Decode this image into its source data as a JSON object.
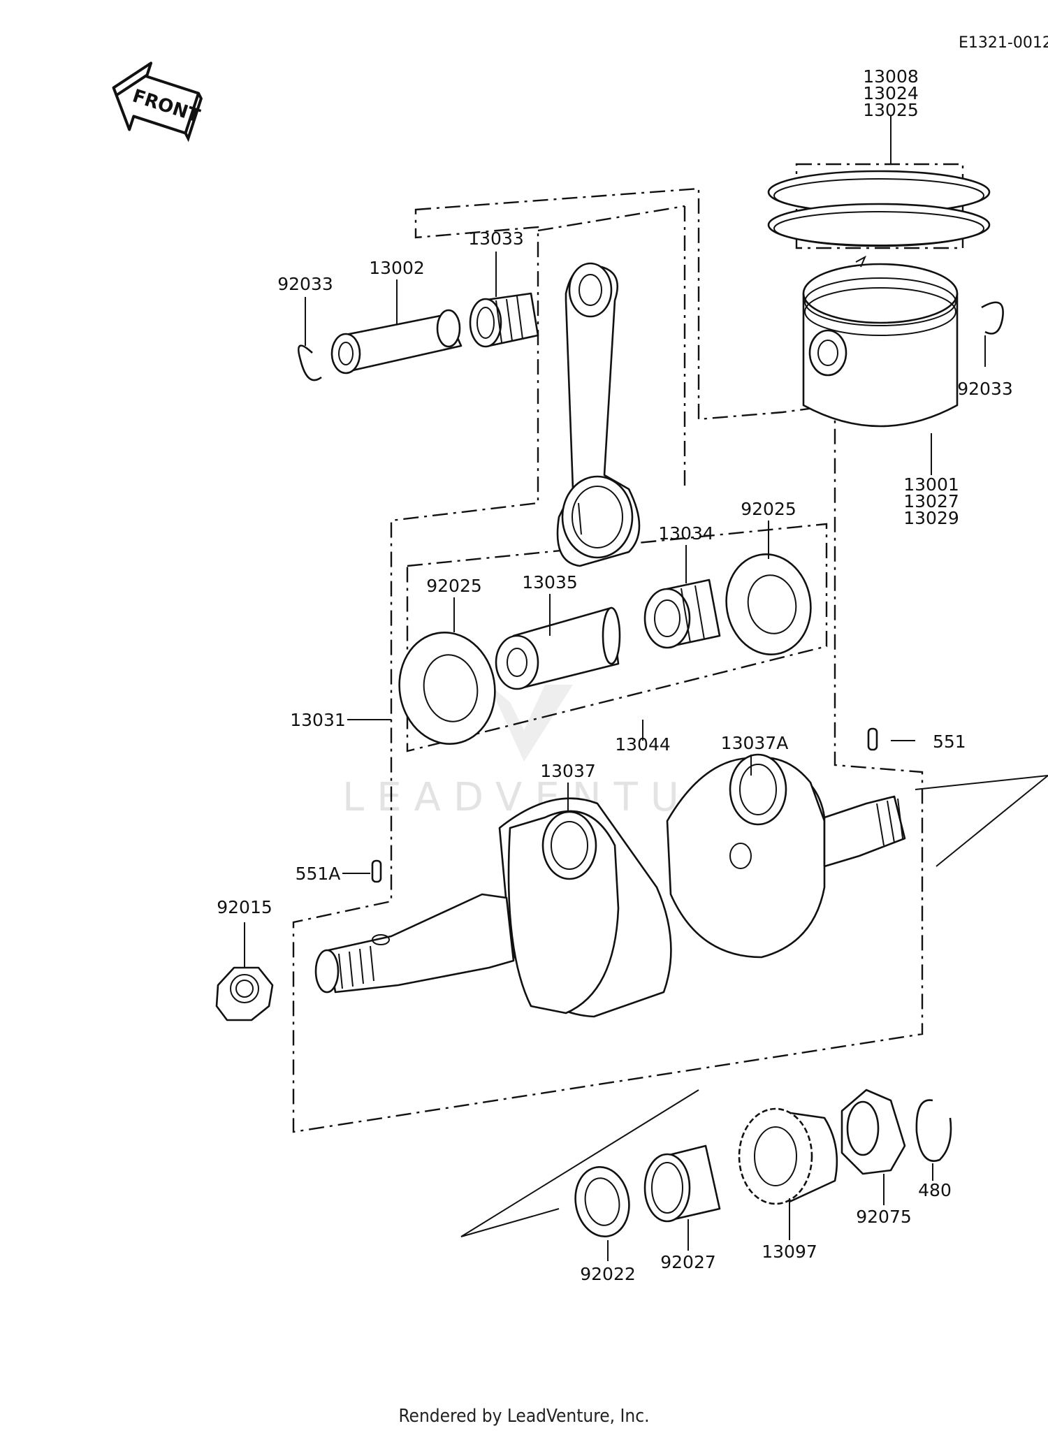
{
  "diagram_code": "E1321-0012",
  "front_label": "FRONT",
  "footer": "Rendered by LeadVenture, Inc.",
  "watermark": "LEADVENTURE",
  "labels": {
    "p13008_13024_13025": [
      "13008",
      "13024",
      "13025"
    ],
    "p13001_13027_13029": [
      "13001",
      "13027",
      "13029"
    ],
    "p92033_left": "92033",
    "p92033_right": "92033",
    "p13002": "13002",
    "p13033": "13033",
    "p92025_left": "92025",
    "p92025_right": "92025",
    "p13035": "13035",
    "p13034": "13034",
    "p13031": "13031",
    "p13044": "13044",
    "p13037": "13037",
    "p13037A": "13037A",
    "p551": "551",
    "p551A": "551A",
    "p92015": "92015",
    "p92022": "92022",
    "p92027": "92027",
    "p13097": "13097",
    "p92075": "92075",
    "p480": "480"
  },
  "colors": {
    "ink": "#111111",
    "watermark": "#e3e3e3",
    "background": "#ffffff"
  }
}
